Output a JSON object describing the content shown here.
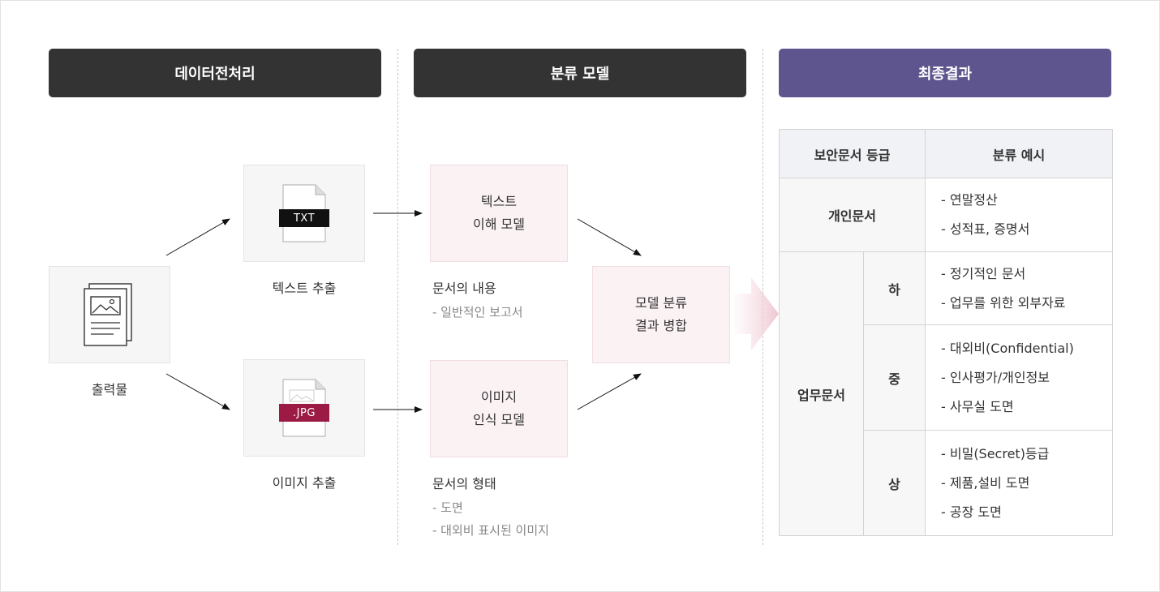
{
  "headers": {
    "preprocessing": "데이터전처리",
    "classification": "분류 모델",
    "result": "최종결과"
  },
  "source": {
    "label": "출력물"
  },
  "extract": {
    "text": {
      "file_label": "TXT",
      "caption": "텍스트 추출"
    },
    "image": {
      "file_label": ".JPG",
      "caption": "이미지 추출"
    }
  },
  "models": {
    "text": {
      "line1": "텍스트",
      "line2": "이해 모델",
      "desc_title": "문서의 내용",
      "desc_items": [
        "- 일반적인 보고서"
      ]
    },
    "image": {
      "line1": "이미지",
      "line2": "인식 모델",
      "desc_title": "문서의 형태",
      "desc_items": [
        "- 도면",
        "- 대외비 표시된 이미지"
      ]
    },
    "merge": {
      "line1": "모델 분류",
      "line2": "결과 병합"
    }
  },
  "table": {
    "col_grade": "보안문서 등급",
    "col_example": "분류 예시",
    "personal": {
      "label": "개인문서",
      "examples": [
        "- 연말정산",
        "- 성적표, 증명서"
      ]
    },
    "business": {
      "label": "업무문서",
      "levels": [
        {
          "level": "하",
          "examples": [
            "- 정기적인 문서",
            "- 업무를 위한 외부자료"
          ]
        },
        {
          "level": "중",
          "examples": [
            "- 대외비(Confidential)",
            "- 인사평가/개인정보",
            "- 사무실 도면"
          ]
        },
        {
          "level": "상",
          "examples": [
            "- 비밀(Secret)등급",
            "- 제품,설비 도면",
            "- 공장 도면"
          ]
        }
      ]
    }
  },
  "colors": {
    "header_dark": "#333333",
    "header_purple": "#5e558e",
    "jpg_badge": "#9b1b45",
    "txt_badge": "#111111",
    "model_bg": "#fbf2f4"
  }
}
